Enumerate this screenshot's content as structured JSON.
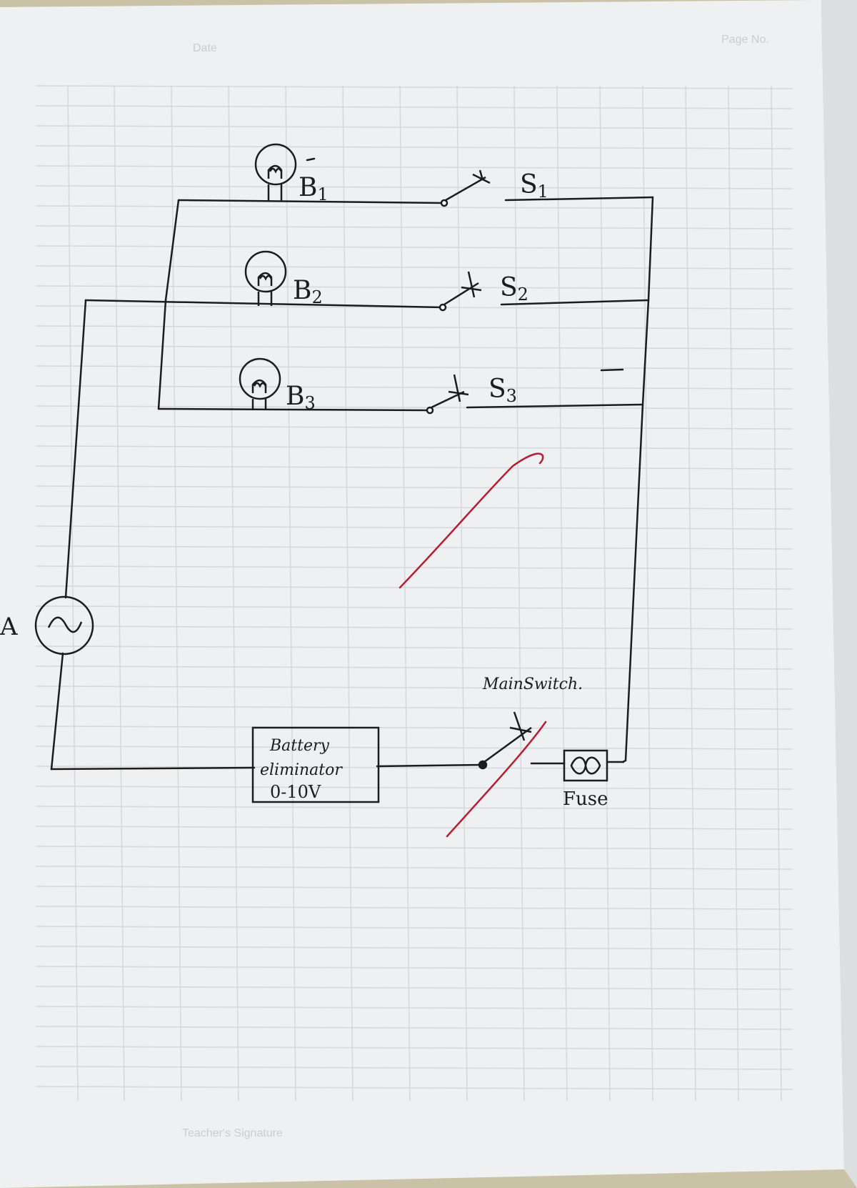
{
  "page": {
    "header_page_no": "Page No.",
    "header_date": "Date",
    "footer_signature": "Teacher's Signature"
  },
  "diagram": {
    "bulb_labels": [
      "B",
      "B",
      "B"
    ],
    "bulb_subscripts": [
      "1",
      "2",
      "3"
    ],
    "switch_labels": [
      "S",
      "S",
      "S"
    ],
    "switch_subscripts": [
      "1",
      "2",
      "3"
    ],
    "source_label": "A",
    "main_switch_label": "MainSwitch.",
    "battery_line1": "Battery",
    "battery_line2": "eliminator",
    "battery_line3": "0-10V",
    "fuse_label": "Fuse"
  },
  "colors": {
    "paper": "#eef0f1",
    "grid": "#d3d8dc",
    "ink": "#1c1c1c",
    "red_pen": "#b51d35"
  }
}
